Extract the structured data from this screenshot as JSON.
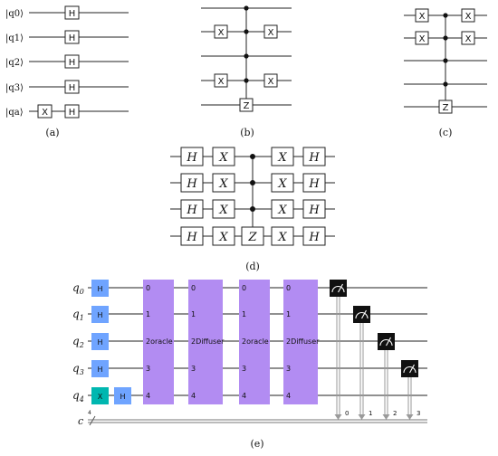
{
  "panels": {
    "a": {
      "caption": "(a)",
      "qubits": [
        "|q0⟩",
        "|q1⟩",
        "|q2⟩",
        "|q3⟩",
        "|qa⟩"
      ],
      "gates": [
        {
          "label": "H",
          "wire": 0,
          "col": 1
        },
        {
          "label": "H",
          "wire": 1,
          "col": 1
        },
        {
          "label": "H",
          "wire": 2,
          "col": 1
        },
        {
          "label": "H",
          "wire": 3,
          "col": 1
        },
        {
          "label": "X",
          "wire": 4,
          "col": 0
        },
        {
          "label": "H",
          "wire": 4,
          "col": 1
        }
      ]
    },
    "b": {
      "caption": "(b)",
      "gates": [
        {
          "label": "X",
          "wire": 1,
          "col": 0
        },
        {
          "label": "X",
          "wire": 3,
          "col": 0
        },
        {
          "label": "X",
          "wire": 1,
          "col": 2
        },
        {
          "label": "X",
          "wire": 3,
          "col": 2
        },
        {
          "label": "Z",
          "wire": 4,
          "col": 1
        }
      ],
      "control_wires": [
        0,
        1,
        2,
        3
      ],
      "target_wire": 4
    },
    "c": {
      "caption": "(c)",
      "gates": [
        {
          "label": "X",
          "wire": 0,
          "col": 0
        },
        {
          "label": "X",
          "wire": 1,
          "col": 0
        },
        {
          "label": "X",
          "wire": 0,
          "col": 2
        },
        {
          "label": "X",
          "wire": 1,
          "col": 2
        },
        {
          "label": "Z",
          "wire": 4,
          "col": 1
        }
      ],
      "control_wires": [
        0,
        1,
        2,
        3
      ],
      "target_wire": 4
    },
    "d": {
      "caption": "(d)",
      "columns": [
        {
          "labels": [
            "H",
            "H",
            "H",
            "H"
          ]
        },
        {
          "labels": [
            "X",
            "X",
            "X",
            "X"
          ]
        },
        {
          "labels": [
            "",
            "",
            "",
            "Z"
          ],
          "controls": [
            0,
            1,
            2
          ]
        },
        {
          "labels": [
            "X",
            "X",
            "X",
            "X"
          ]
        },
        {
          "labels": [
            "H",
            "H",
            "H",
            "H"
          ]
        }
      ]
    },
    "e": {
      "caption": "(e)",
      "qubit_names": [
        "q",
        "q",
        "q",
        "q",
        "q"
      ],
      "qubit_indices": [
        "0",
        "1",
        "2",
        "3",
        "4"
      ],
      "classical_name": "c",
      "classical_width": "4",
      "h_label": "H",
      "x_label": "X",
      "blocks": [
        {
          "lines": [
            "0",
            "1",
            "2oracle",
            "3",
            "4"
          ]
        },
        {
          "lines": [
            "0",
            "1",
            "2Diffuser",
            "3",
            "4"
          ]
        },
        {
          "lines": [
            "0",
            "1",
            "2oracle",
            "3",
            "4"
          ]
        },
        {
          "lines": [
            "0",
            "1",
            "2Diffuser",
            "3",
            "4"
          ]
        }
      ],
      "measure_bits": [
        "0",
        "1",
        "2",
        "3"
      ],
      "colors": {
        "h_gate": "#6fa4ff",
        "x_gate": "#00b7b0",
        "block": "#b28cf2",
        "measure": "#111111",
        "classical": "#9a9a9a"
      }
    }
  }
}
